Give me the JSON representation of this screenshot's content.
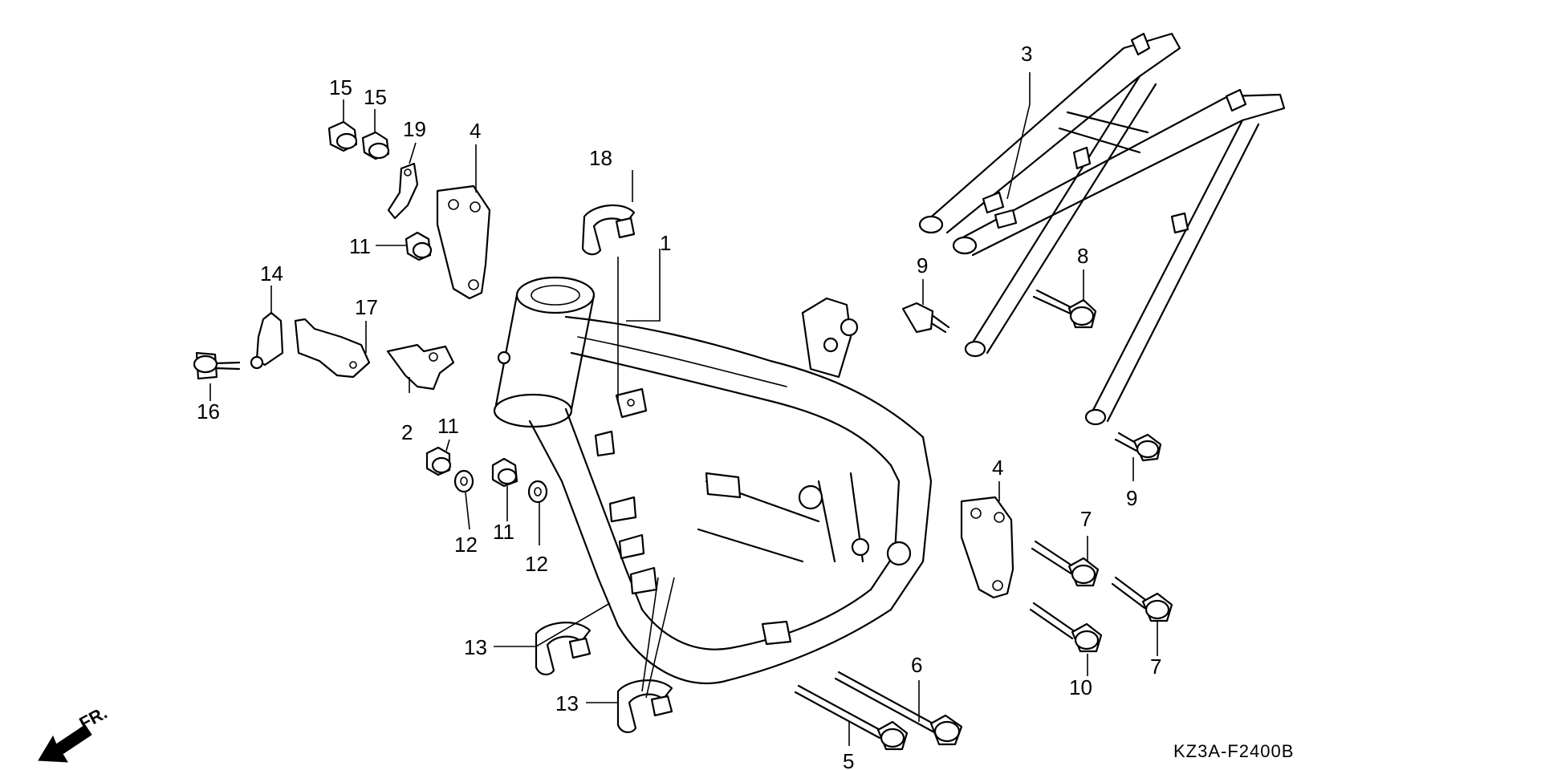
{
  "diagram_code": "KZ3A-F2400B",
  "direction_label": "FR.",
  "callouts": {
    "c1": "1",
    "c2": "2",
    "c3": "3",
    "c4a": "4",
    "c4b": "4",
    "c5": "5",
    "c6": "6",
    "c7a": "7",
    "c7b": "7",
    "c8": "8",
    "c9a": "9",
    "c9b": "9",
    "c10": "10",
    "c11a": "11",
    "c11b": "11",
    "c11c": "11",
    "c12a": "12",
    "c12b": "12",
    "c13a": "13",
    "c13b": "13",
    "c14": "14",
    "c15a": "15",
    "c15b": "15",
    "c16": "16",
    "c17": "17",
    "c18": "18",
    "c19": "19"
  }
}
